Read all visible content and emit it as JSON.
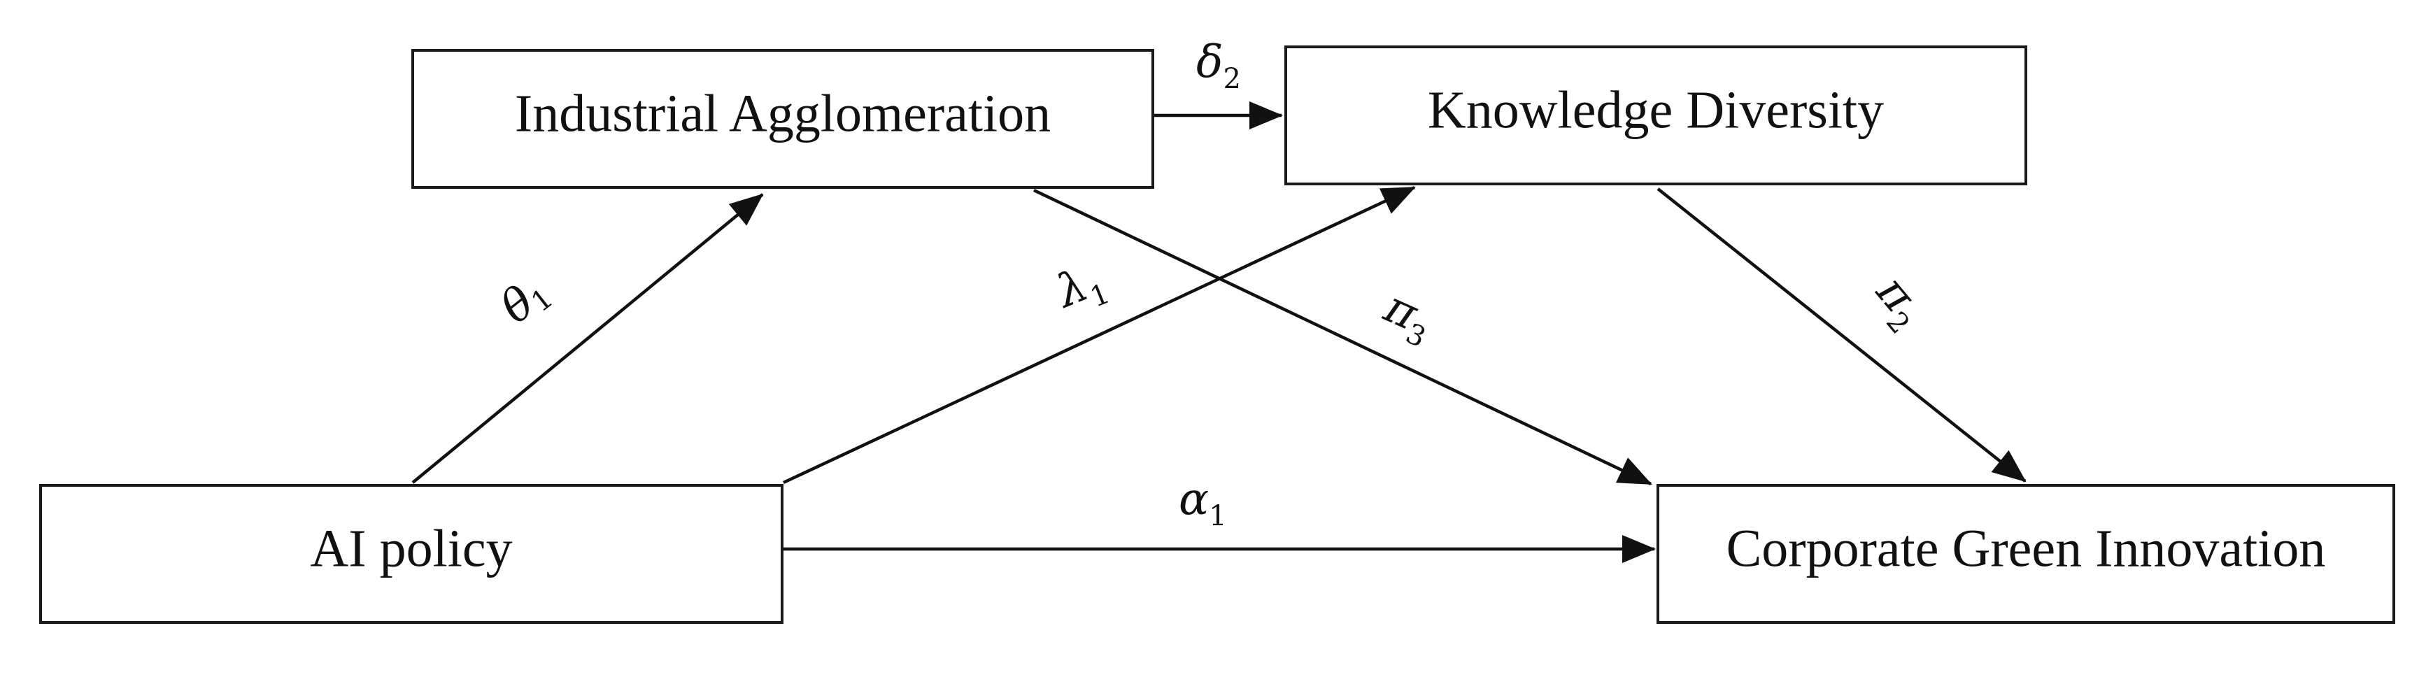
{
  "nodes": {
    "industrial": {
      "label": "Industrial Agglomeration"
    },
    "knowledge": {
      "label": "Knowledge Diversity"
    },
    "ai_policy": {
      "label": "AI policy"
    },
    "green": {
      "label": "Corporate Green Innovation"
    }
  },
  "edges": {
    "theta": {
      "symbol": "θ",
      "sub": "1"
    },
    "delta": {
      "symbol": "δ",
      "sub": "2"
    },
    "lambda": {
      "symbol": "λ",
      "sub": "1"
    },
    "pi3": {
      "symbol": "π",
      "sub": "3"
    },
    "pi2": {
      "symbol": "π",
      "sub": "2"
    },
    "alpha": {
      "symbol": "α",
      "sub": "1"
    }
  },
  "colors": {
    "stroke": "#111111",
    "background": "#ffffff"
  }
}
